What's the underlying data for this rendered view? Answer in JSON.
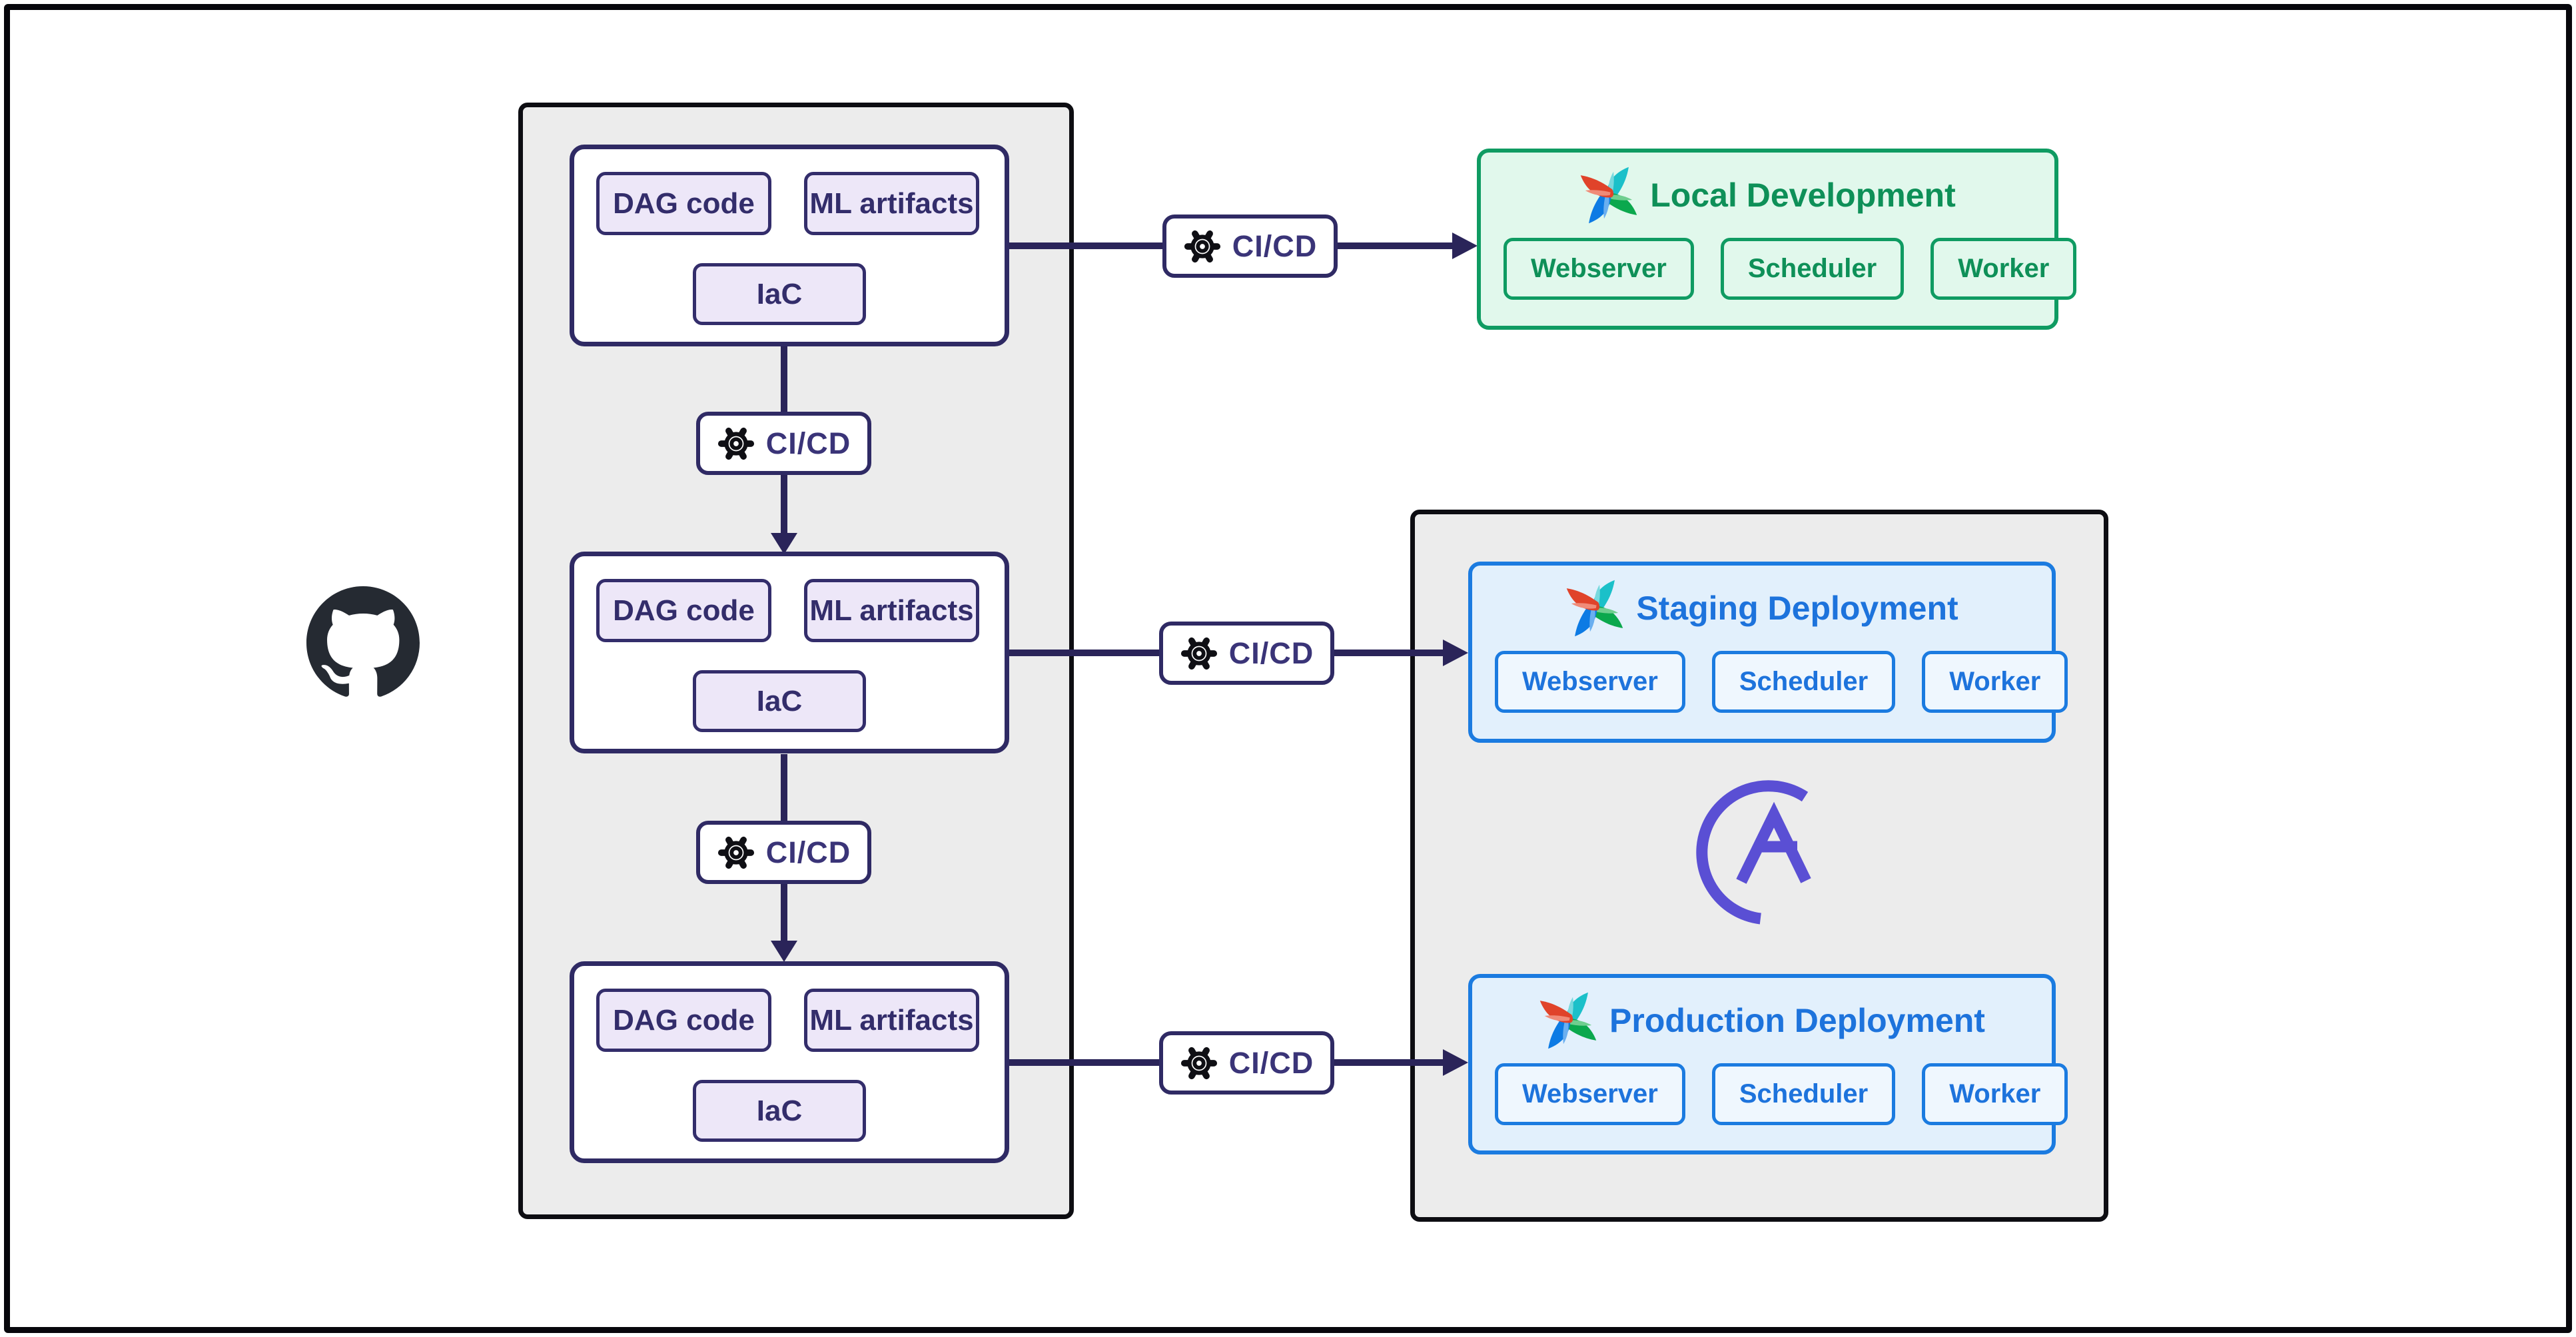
{
  "labels": {
    "cicd": "CI/CD"
  },
  "repos": [
    {
      "chips": [
        "DAG code",
        "ML artifacts",
        "IaC"
      ]
    },
    {
      "chips": [
        "DAG code",
        "ML artifacts",
        "IaC"
      ]
    },
    {
      "chips": [
        "DAG code",
        "ML artifacts",
        "IaC"
      ]
    }
  ],
  "deployments": {
    "local": {
      "title": "Local Development",
      "chips": [
        "Webserver",
        "Scheduler",
        "Worker"
      ]
    },
    "staging": {
      "title": "Staging Deployment",
      "chips": [
        "Webserver",
        "Scheduler",
        "Worker"
      ]
    },
    "production": {
      "title": "Production Deployment",
      "chips": [
        "Webserver",
        "Scheduler",
        "Worker"
      ]
    }
  },
  "icons": {
    "github": "github-icon",
    "gear": "gear-icon",
    "airflow": "airflow-pinwheel-icon",
    "astronomer": "astronomer-logo-icon"
  },
  "colors": {
    "navy_border": "#2f2a64",
    "navy_text": "#3a3478",
    "arrow": "#2a2459",
    "chip_purple_bg": "#ede7f8",
    "gray_container": "#ececec",
    "container_border": "#0d0d12",
    "green_border": "#0f9b62",
    "green_text": "#0e9058",
    "green_bg": "#e1f8ec",
    "blue_border": "#1b7be0",
    "blue_text": "#1d73dc",
    "blue_bg": "#e2f0fc",
    "astronomer_purple": "#5a4fd4",
    "github_dark": "#252a32",
    "airflow_red": "#e0432a",
    "airflow_teal": "#1bc0c9",
    "airflow_blue": "#0d7be4",
    "airflow_green": "#0ba84d"
  }
}
